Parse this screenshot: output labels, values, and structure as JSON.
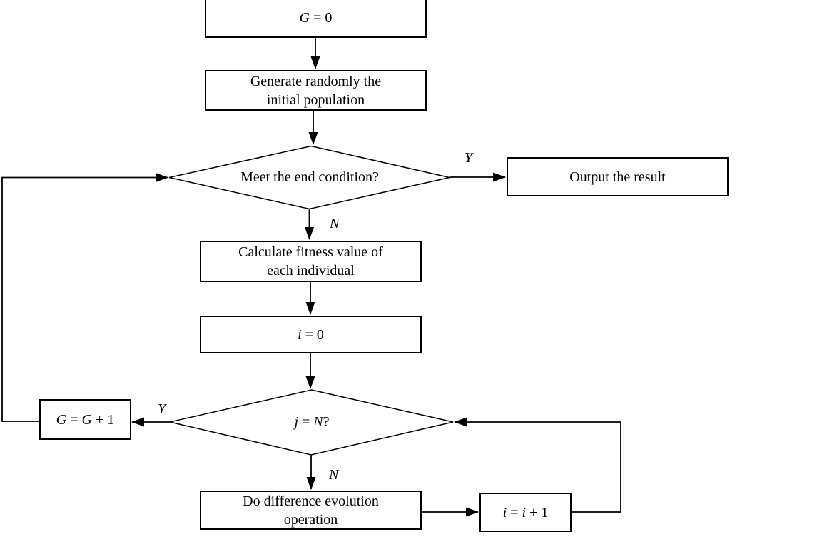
{
  "palette": {
    "background": "#ffffff",
    "line": "#000000",
    "text": "#000000"
  },
  "nodes": {
    "g_init": {
      "shape": "process",
      "parts": [
        "G",
        " = 0"
      ]
    },
    "generate": {
      "shape": "process",
      "lines": [
        "Generate randomly the",
        "initial population"
      ]
    },
    "meet": {
      "shape": "decision",
      "label": "Meet the end condition?"
    },
    "output": {
      "shape": "process",
      "label": "Output the result"
    },
    "calc_fitness": {
      "shape": "process",
      "lines": [
        "Calculate fitness value of",
        "each individual"
      ]
    },
    "i_init": {
      "shape": "process",
      "parts": [
        "i",
        " = 0"
      ]
    },
    "j_check": {
      "shape": "decision",
      "parts": [
        "j",
        " = ",
        "N",
        "?"
      ]
    },
    "g_increment": {
      "shape": "process",
      "parts": [
        "G",
        " = ",
        "G",
        " + 1"
      ]
    },
    "do_evolution": {
      "shape": "process",
      "lines": [
        "Do difference evolution",
        "operation"
      ]
    },
    "i_increment": {
      "shape": "process",
      "parts": [
        "i",
        " = ",
        "i",
        " + 1"
      ]
    }
  },
  "edge_labels": {
    "meet_yes": "Y",
    "meet_no": "N",
    "j_yes": "Y",
    "j_no": "N"
  }
}
